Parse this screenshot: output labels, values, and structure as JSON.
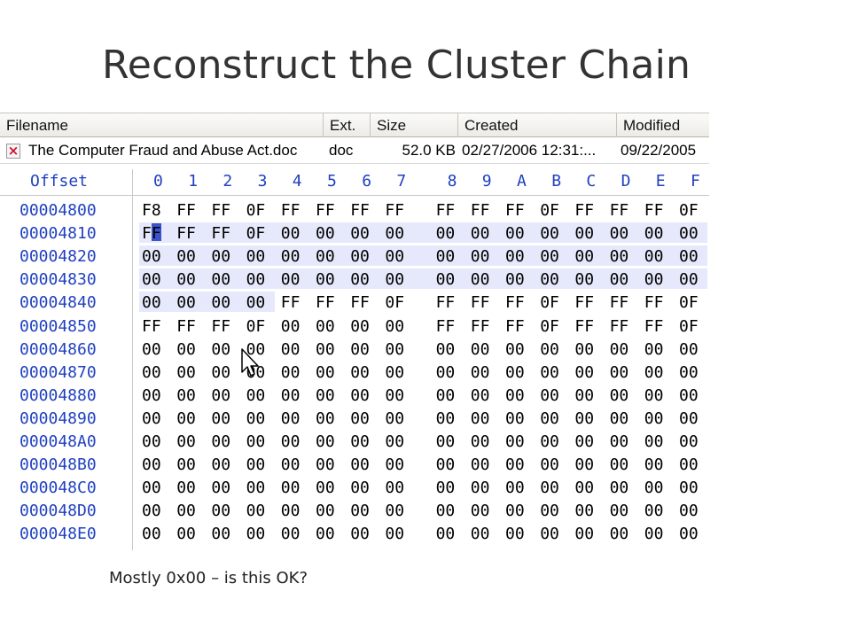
{
  "title": "Reconstruct the Cluster Chain",
  "caption": "Mostly 0x00 – is this OK?",
  "file_list": {
    "columns": [
      "Filename",
      "Ext.",
      "Size",
      "Created",
      "Modified"
    ],
    "row": {
      "icon": "deleted-file-icon",
      "filename": "The Computer Fraud and Abuse Act.doc",
      "ext": "doc",
      "size": "52.0 KB",
      "created": "02/27/2006 12:31:...",
      "modified": "09/22/2005"
    }
  },
  "hex_view": {
    "offset_header": "Offset",
    "column_headers": [
      "0",
      "1",
      "2",
      "3",
      "4",
      "5",
      "6",
      "7",
      "8",
      "9",
      "A",
      "B",
      "C",
      "D",
      "E",
      "F"
    ],
    "rows": [
      {
        "offset": "00004800",
        "bytes": [
          "F8",
          "FF",
          "FF",
          "0F",
          "FF",
          "FF",
          "FF",
          "FF",
          "FF",
          "FF",
          "FF",
          "0F",
          "FF",
          "FF",
          "FF",
          "0F"
        ]
      },
      {
        "offset": "00004810",
        "bytes": [
          "FF",
          "FF",
          "FF",
          "0F",
          "00",
          "00",
          "00",
          "00",
          "00",
          "00",
          "00",
          "00",
          "00",
          "00",
          "00",
          "00"
        ]
      },
      {
        "offset": "00004820",
        "bytes": [
          "00",
          "00",
          "00",
          "00",
          "00",
          "00",
          "00",
          "00",
          "00",
          "00",
          "00",
          "00",
          "00",
          "00",
          "00",
          "00"
        ]
      },
      {
        "offset": "00004830",
        "bytes": [
          "00",
          "00",
          "00",
          "00",
          "00",
          "00",
          "00",
          "00",
          "00",
          "00",
          "00",
          "00",
          "00",
          "00",
          "00",
          "00"
        ]
      },
      {
        "offset": "00004840",
        "bytes": [
          "00",
          "00",
          "00",
          "00",
          "FF",
          "FF",
          "FF",
          "0F",
          "FF",
          "FF",
          "FF",
          "0F",
          "FF",
          "FF",
          "FF",
          "0F"
        ]
      },
      {
        "offset": "00004850",
        "bytes": [
          "FF",
          "FF",
          "FF",
          "0F",
          "00",
          "00",
          "00",
          "00",
          "FF",
          "FF",
          "FF",
          "0F",
          "FF",
          "FF",
          "FF",
          "0F"
        ]
      },
      {
        "offset": "00004860",
        "bytes": [
          "00",
          "00",
          "00",
          "00",
          "00",
          "00",
          "00",
          "00",
          "00",
          "00",
          "00",
          "00",
          "00",
          "00",
          "00",
          "00"
        ]
      },
      {
        "offset": "00004870",
        "bytes": [
          "00",
          "00",
          "00",
          "00",
          "00",
          "00",
          "00",
          "00",
          "00",
          "00",
          "00",
          "00",
          "00",
          "00",
          "00",
          "00"
        ]
      },
      {
        "offset": "00004880",
        "bytes": [
          "00",
          "00",
          "00",
          "00",
          "00",
          "00",
          "00",
          "00",
          "00",
          "00",
          "00",
          "00",
          "00",
          "00",
          "00",
          "00"
        ]
      },
      {
        "offset": "00004890",
        "bytes": [
          "00",
          "00",
          "00",
          "00",
          "00",
          "00",
          "00",
          "00",
          "00",
          "00",
          "00",
          "00",
          "00",
          "00",
          "00",
          "00"
        ]
      },
      {
        "offset": "000048A0",
        "bytes": [
          "00",
          "00",
          "00",
          "00",
          "00",
          "00",
          "00",
          "00",
          "00",
          "00",
          "00",
          "00",
          "00",
          "00",
          "00",
          "00"
        ]
      },
      {
        "offset": "000048B0",
        "bytes": [
          "00",
          "00",
          "00",
          "00",
          "00",
          "00",
          "00",
          "00",
          "00",
          "00",
          "00",
          "00",
          "00",
          "00",
          "00",
          "00"
        ]
      },
      {
        "offset": "000048C0",
        "bytes": [
          "00",
          "00",
          "00",
          "00",
          "00",
          "00",
          "00",
          "00",
          "00",
          "00",
          "00",
          "00",
          "00",
          "00",
          "00",
          "00"
        ]
      },
      {
        "offset": "000048D0",
        "bytes": [
          "00",
          "00",
          "00",
          "00",
          "00",
          "00",
          "00",
          "00",
          "00",
          "00",
          "00",
          "00",
          "00",
          "00",
          "00",
          "00"
        ]
      },
      {
        "offset": "000048E0",
        "bytes": [
          "00",
          "00",
          "00",
          "00",
          "00",
          "00",
          "00",
          "00",
          "00",
          "00",
          "00",
          "00",
          "00",
          "00",
          "00",
          "00"
        ]
      }
    ]
  },
  "colors": {
    "offset_text": "#2040c0",
    "selection_band": "#e6e9fb",
    "cursor_block": "#3b53c8"
  }
}
